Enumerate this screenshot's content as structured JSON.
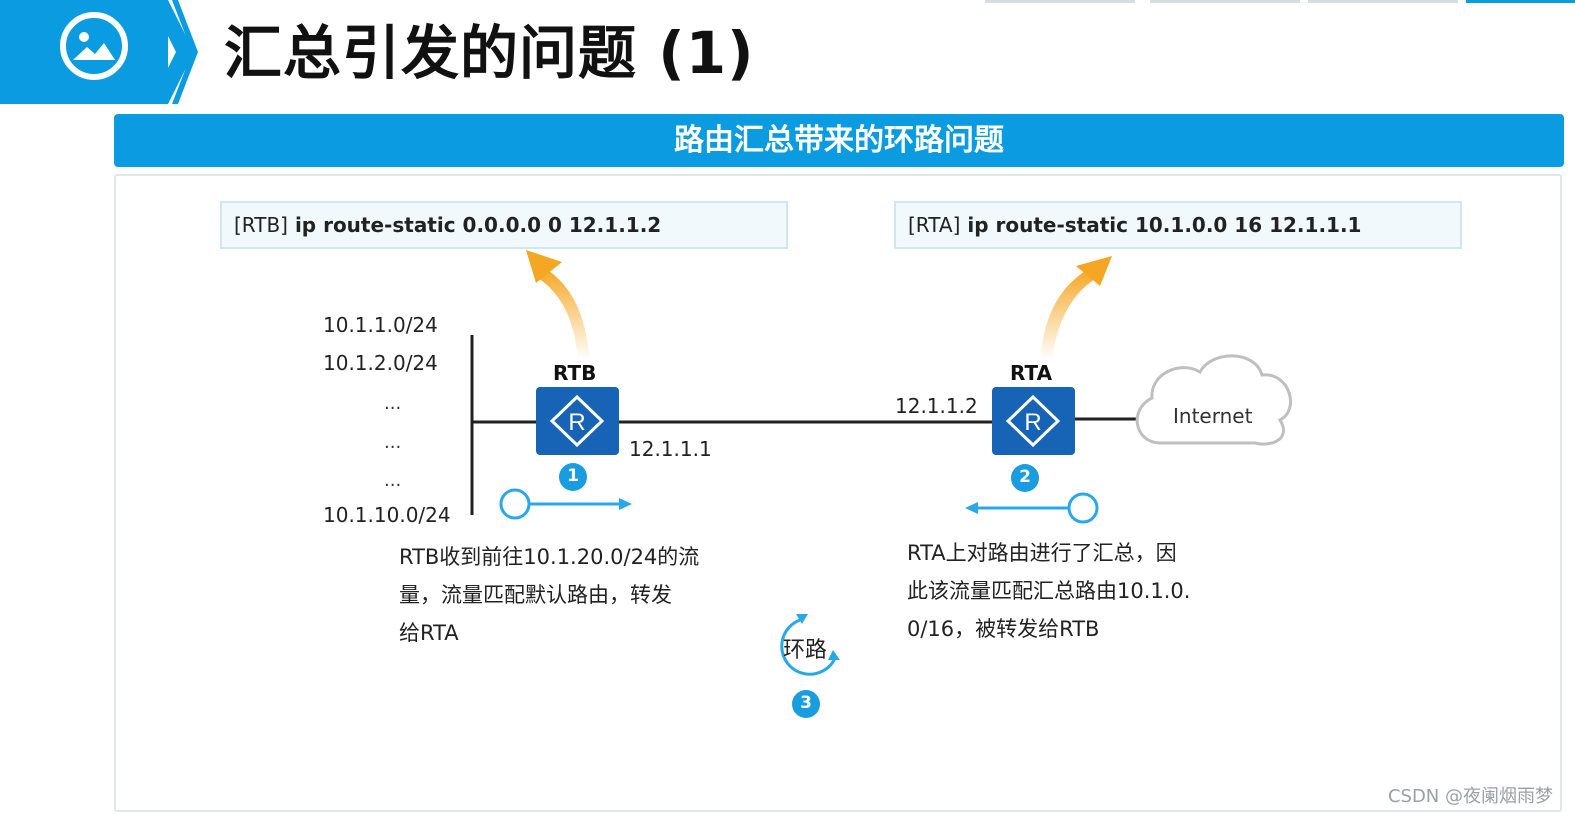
{
  "header": {
    "title": "汇总引发的问题 (1)",
    "icon": "image-icon",
    "accent_color": "#0a9be0"
  },
  "banner": {
    "text": "路由汇总带来的环路问题"
  },
  "commands": {
    "rtb": {
      "prefix": "[RTB]",
      "body": " ip route-static 0.0.0.0 0 12.1.1.2"
    },
    "rta": {
      "prefix": "[RTA]",
      "body": " ip route-static 10.1.0.0 16 12.1.1.1"
    }
  },
  "networks": {
    "net1": "10.1.1.0/24",
    "net2": "10.1.2.0/24",
    "ellipsis1": "...",
    "ellipsis2": "...",
    "ellipsis3": "...",
    "net10": "10.1.10.0/24"
  },
  "routers": {
    "rtb": {
      "label": "RTB",
      "ip": "12.1.1.1",
      "step": "1",
      "icon": "router-icon"
    },
    "rta": {
      "label": "RTA",
      "ip": "12.1.1.2",
      "step": "2",
      "icon": "router-icon"
    }
  },
  "internet": {
    "label": "Internet",
    "icon": "cloud-icon"
  },
  "descriptions": {
    "rtb_line1": "RTB收到前往10.1.20.0/24的流",
    "rtb_line2": "量，流量匹配默认路由，转发",
    "rtb_line3": "给RTA",
    "rta_line1": "RTA上对路由进行了汇总，因",
    "rta_line2": "此该流量匹配汇总路由10.1.0.",
    "rta_line3": "0/16，被转发给RTB"
  },
  "loop": {
    "label": "环路",
    "step": "3"
  },
  "colors": {
    "blue": "#0a9be0",
    "router_blue": "#1763b6",
    "arrow_orange": "#f5a623",
    "light_blue": "#29a8e8"
  },
  "watermark": "CSDN @夜阑烟雨梦"
}
